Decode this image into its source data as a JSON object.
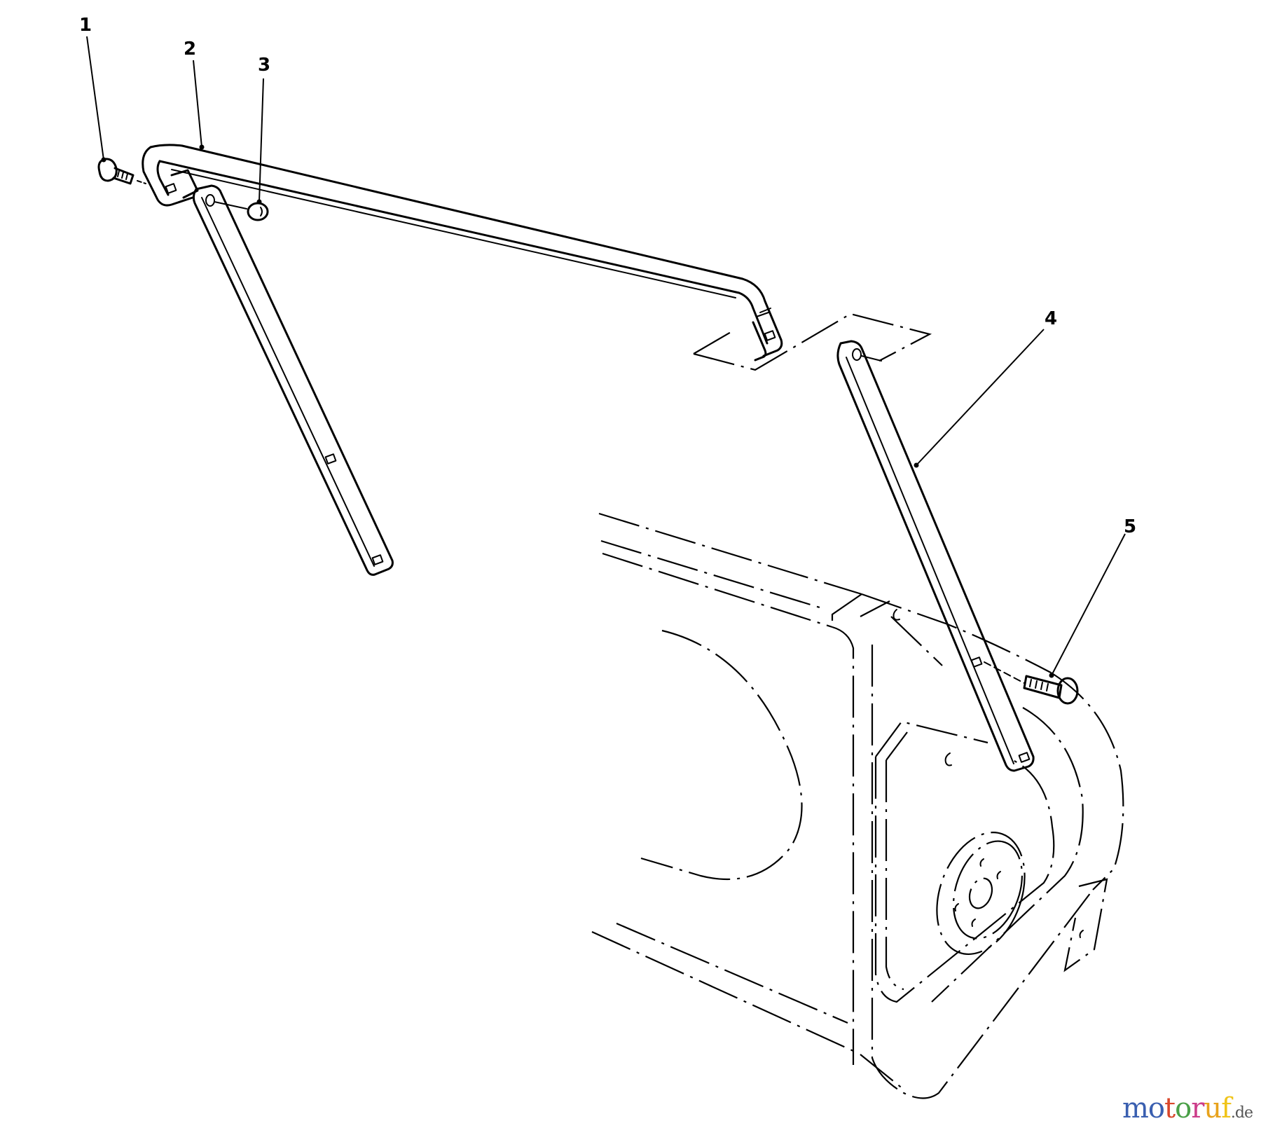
{
  "diagram": {
    "type": "exploded-parts-view",
    "subject": "Handle / brace assembly mounted to housing",
    "callouts": [
      {
        "id": 1,
        "label": "1",
        "part": "carriage bolt (left)"
      },
      {
        "id": 2,
        "label": "2",
        "part": "U-shaped handle bar"
      },
      {
        "id": 3,
        "label": "3",
        "part": "nut"
      },
      {
        "id": 4,
        "label": "4",
        "part": "brace (right)"
      },
      {
        "id": 5,
        "label": "5",
        "part": "carriage bolt (right)"
      }
    ]
  },
  "watermark": {
    "letters": [
      "m",
      "o",
      "t",
      "o",
      "r",
      "u",
      "f"
    ],
    "colors": [
      "#3a5fb0",
      "#3a5fb0",
      "#d9472b",
      "#4aa047",
      "#cc3d8a",
      "#e8a21c",
      "#f0c419"
    ],
    "tld": ".de"
  },
  "colors": {
    "line": "#000000",
    "background": "#ffffff"
  }
}
